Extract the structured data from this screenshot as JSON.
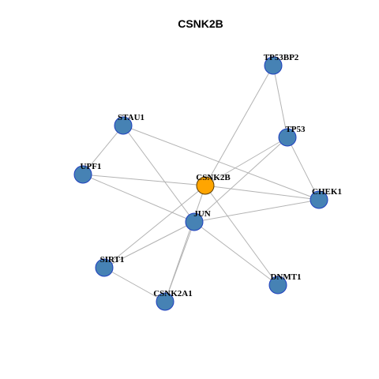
{
  "title": "CSNK2B",
  "colors": {
    "hub_fill": "#ffa500",
    "node_fill": "#4682b4",
    "node_stroke": "#1f3fbf",
    "edge": "#b3b3b3"
  },
  "nodes": [
    {
      "id": "CSNK2B",
      "label": "CSNK2B",
      "hub": true
    },
    {
      "id": "TP53BP2",
      "label": "TP53BP2",
      "hub": false
    },
    {
      "id": "STAU1",
      "label": "STAU1",
      "hub": false
    },
    {
      "id": "TP53",
      "label": "TP53",
      "hub": false
    },
    {
      "id": "UPF1",
      "label": "UPF1",
      "hub": false
    },
    {
      "id": "CHEK1",
      "label": "CHEK1",
      "hub": false
    },
    {
      "id": "JUN",
      "label": "JUN",
      "hub": false
    },
    {
      "id": "SIRT1",
      "label": "SIRT1",
      "hub": false
    },
    {
      "id": "DNMT1",
      "label": "DNMT1",
      "hub": false
    },
    {
      "id": "CSNK2A1",
      "label": "CSNK2A1",
      "hub": false
    }
  ],
  "edges": [
    [
      "TP53BP2",
      "CSNK2B"
    ],
    [
      "TP53BP2",
      "TP53"
    ],
    [
      "TP53",
      "CHEK1"
    ],
    [
      "TP53",
      "CSNK2B"
    ],
    [
      "TP53",
      "JUN"
    ],
    [
      "STAU1",
      "UPF1"
    ],
    [
      "STAU1",
      "CHEK1"
    ],
    [
      "STAU1",
      "JUN"
    ],
    [
      "UPF1",
      "CSNK2B"
    ],
    [
      "UPF1",
      "JUN"
    ],
    [
      "CSNK2B",
      "CHEK1"
    ],
    [
      "CSNK2B",
      "DNMT1"
    ],
    [
      "CSNK2B",
      "CSNK2A1"
    ],
    [
      "CSNK2B",
      "SIRT1"
    ],
    [
      "JUN",
      "CHEK1"
    ],
    [
      "JUN",
      "SIRT1"
    ],
    [
      "JUN",
      "DNMT1"
    ],
    [
      "JUN",
      "CSNK2A1"
    ],
    [
      "SIRT1",
      "CSNK2A1"
    ]
  ]
}
